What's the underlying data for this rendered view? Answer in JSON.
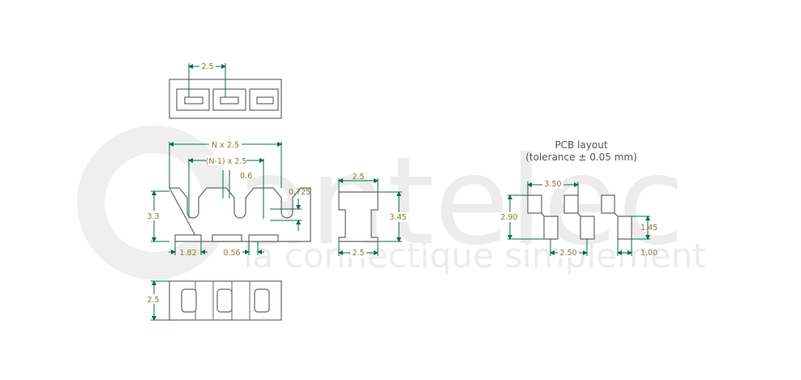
{
  "watermark": {
    "brand": "antelec",
    "tagline": "la connectique simplement"
  },
  "top_view": {
    "pitch": "2.5"
  },
  "front_view": {
    "total_width": "N x 2.5",
    "inner_width": "(N-1) x 2.5",
    "slot": "0.6",
    "offset": "0.725",
    "height": "3.3",
    "pad_width": "1.82",
    "gap": "0.56"
  },
  "side_view": {
    "top_width": "2.5",
    "height": "3.45",
    "bottom_width": "2.5"
  },
  "bottom_view": {
    "depth": "2.5"
  },
  "pcb_layout": {
    "title": "PCB layout",
    "subtitle": "(tolerance ± 0.05 mm)",
    "pitch": "3.50",
    "height": "2.90",
    "pad_height": "1.45",
    "spacing": "2.50",
    "pad_width": "1.00"
  },
  "colors": {
    "dimension": "#0b6b4f",
    "text": "#8a7a3a",
    "outline": "#666666"
  }
}
